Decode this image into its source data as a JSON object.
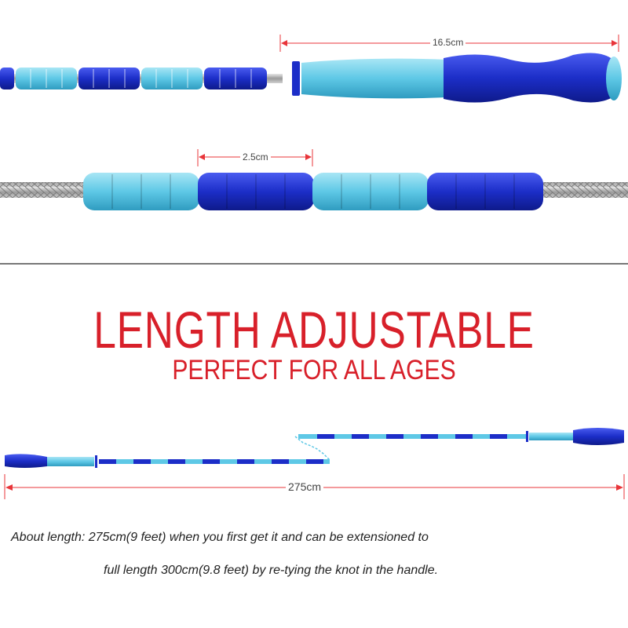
{
  "colors": {
    "light_blue": "#5ec8e6",
    "dark_blue": "#1c2ec8",
    "cable": "#b0b0b0",
    "dimension_red": "#e8353a",
    "headline_red": "#d8202a",
    "divider": "#777777"
  },
  "measurements": {
    "handle_length": "16.5cm",
    "bead_length": "2.5cm",
    "total_length": "275cm"
  },
  "headline": {
    "line1": "LENGTH ADJUSTABLE",
    "line2": "PERFECT FOR ALL AGES"
  },
  "description": {
    "line1": "About length: 275cm(9 feet) when you first get it and can be extensioned to",
    "line2": "full length 300cm(9.8 feet) by re-tying the knot in the handle."
  }
}
